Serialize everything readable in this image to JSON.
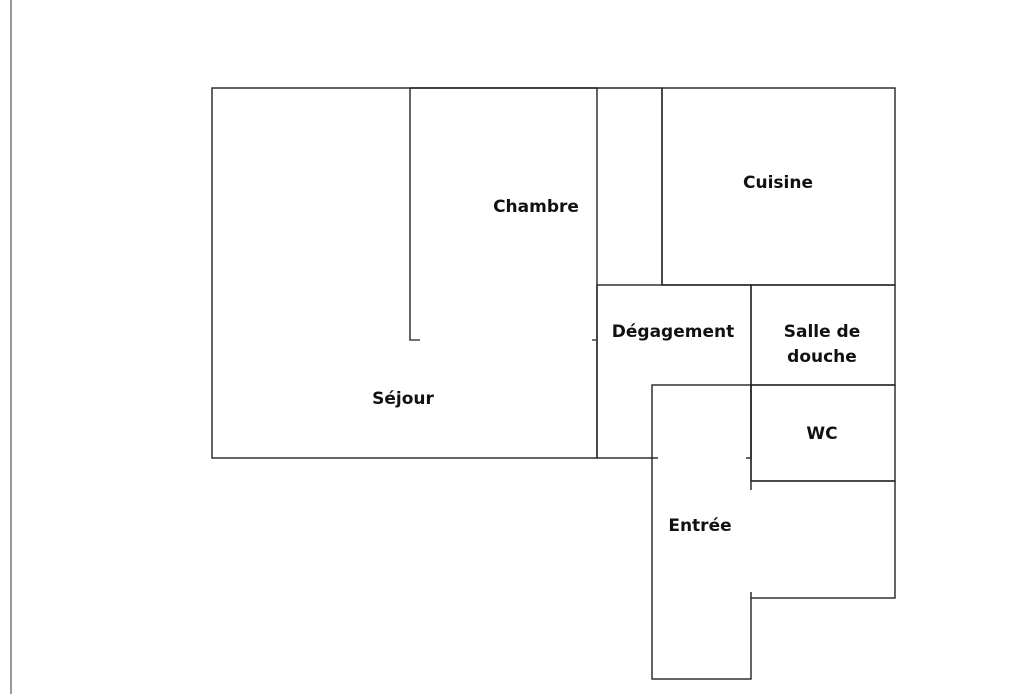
{
  "floor_plan": {
    "rooms": {
      "sejour": "Séjour",
      "chambre": "Chambre",
      "cuisine": "Cuisine",
      "degagement": "Dégagement",
      "salle_de_douche_line1": "Salle de",
      "salle_de_douche_line2": "douche",
      "wc": "WC",
      "entree": "Entrée"
    }
  }
}
